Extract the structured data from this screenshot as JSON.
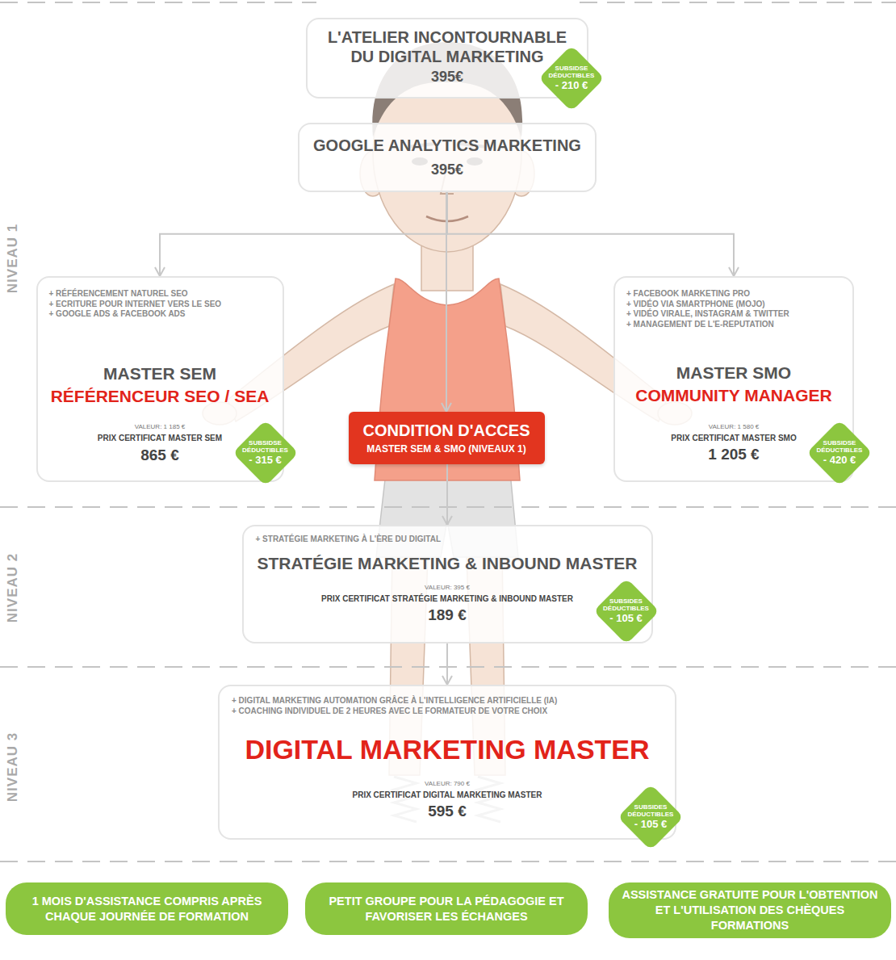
{
  "diagram": {
    "nodes": [
      {
        "text": [
          "L'ATELIER INCONTOURNABLE DU DIGITAL MARKETING",
          "395€"
        ]
      },
      {
        "text": [
          "SUBSIDSE DÉDUCTIBLES",
          "- 210 €"
        ]
      },
      {
        "text": [
          "GOOGLE ANALYTICS MARKETING",
          "395€"
        ]
      },
      {
        "text": [
          "+ RÉFÉRENCEMENT NATUREL SEO",
          "+ ECRITURE POUR INTERNET VERS LE SEO",
          "+ GOOGLE ADS & FACEBOOK ADS",
          "MASTER SEM",
          "RÉFÉRENCEUR SEO / SEA",
          "VALEUR: 1 185 €",
          "PRIX CERTIFICAT MASTER SEM",
          "865 €"
        ]
      },
      {
        "text": [
          "SUBSIDSE DÉDUCTIBLES",
          "- 315 €"
        ]
      },
      {
        "text": [
          "+ FACEBOOK MARKETING PRO",
          "+ VIDÉO VIA SMARTPHONE (MOJO)",
          "+ VIDÉO VIRALE, INSTAGRAM & TWITTER",
          "+ MANAGEMENT DE L'E-REPUTATION",
          "MASTER SMO",
          "COMMUNITY MANAGER",
          "VALEUR: 1 580 €",
          "PRIX CERTIFICAT MASTER SMO",
          "1 205 €"
        ]
      },
      {
        "text": [
          "SUBSIDSE DÉDUCTIBLES",
          "- 420 €"
        ]
      },
      {
        "text": [
          "CONDITION D'ACCES",
          "MASTER SEM & SMO (NIVEAUX 1)"
        ]
      },
      {
        "text": [
          "+ STRATÉGIE MARKETING À L'ÈRE DU DIGITAL",
          "STRATÉGIE MARKETING & INBOUND MASTER",
          "VALEUR: 395 €",
          "PRIX CERTIFICAT STRATÉGIE MARKETING & INBOUND MASTER",
          "189 €"
        ]
      },
      {
        "text": [
          "SUBSIDES DÉDUCTIBLES",
          "- 105 €"
        ]
      },
      {
        "text": [
          "+ DIGITAL MARKETING AUTOMATION GRÂCE À L'INTELLIGENCE ARTIFICIELLE (IA)",
          "+ COACHING INDIVIDUEL DE 2 HEURES AVEC LE FORMATEUR DE VOTRE CHOIX",
          "DIGITAL MARKETING MASTER",
          "VALEUR: 790 €",
          "PRIX CERTIFICAT DIGITAL MARKETING MASTER",
          "595 €"
        ]
      },
      {
        "text": [
          "SUBSIDES DÉDUCTIBLES",
          "- 105 €"
        ]
      },
      {
        "text": [
          "1 MOIS D'ASSISTANCE COMPRIS APRÈS CHAQUE JOURNÉE DE FORMATION"
        ]
      },
      {
        "text": [
          "PETIT GROUPE POUR LA PÉDAGOGIE ET FAVORISER LES ÉCHANGES"
        ]
      },
      {
        "text": [
          "ASSISTANCE GRATUITE POUR L'OBTENTION ET L'UTILISATION DES CHÈQUES FORMATIONS"
        ]
      }
    ],
    "edges": [
      {
        "from": 2,
        "to": 3,
        "arrow": "to"
      },
      {
        "from": 2,
        "to": 5,
        "arrow": "to"
      },
      {
        "from": 2,
        "to": 7,
        "arrow": "to"
      },
      {
        "from": 7,
        "to": 8,
        "arrow": "to"
      },
      {
        "from": 8,
        "to": 10,
        "arrow": "to"
      }
    ],
    "labels": [
      "NIVEAU 1",
      "NIVEAU 2",
      "NIVEAU 3"
    ]
  }
}
